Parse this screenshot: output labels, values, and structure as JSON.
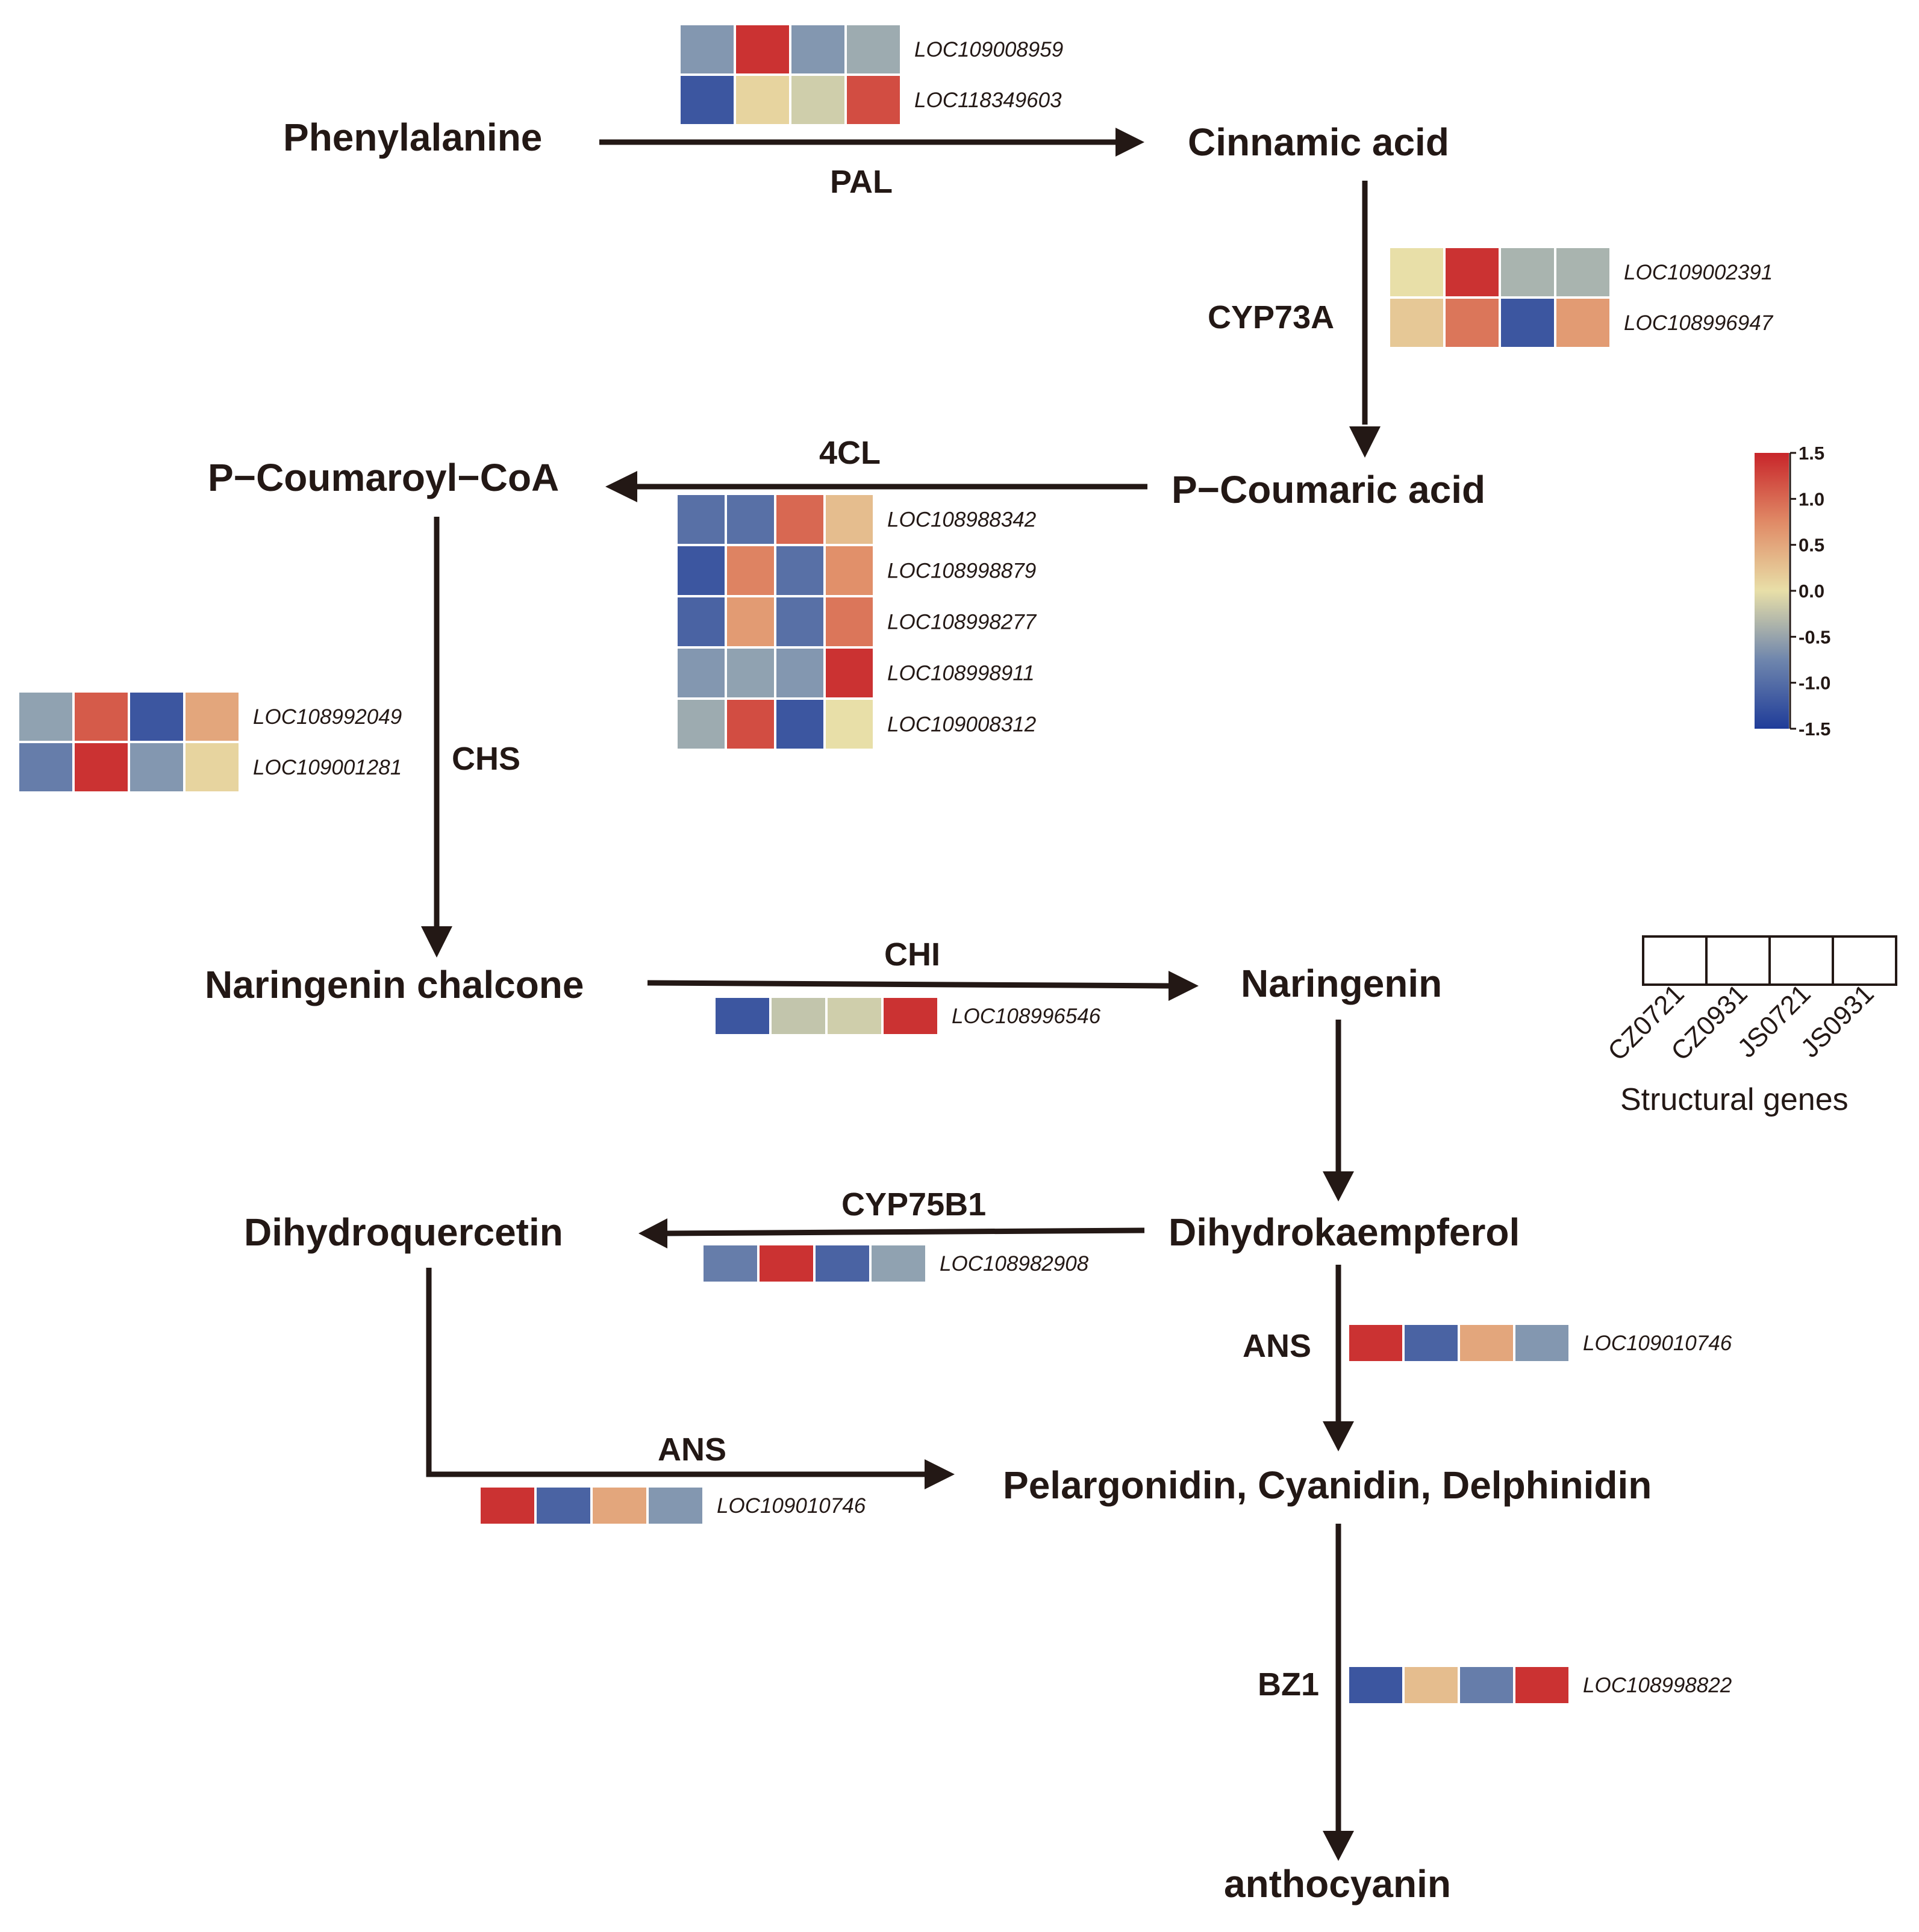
{
  "compounds": {
    "phenylalanine": "Phenylalanine",
    "cinnamic_acid": "Cinnamic acid",
    "p_coumaric_acid": "P−Coumaric acid",
    "p_coumaroyl_coa": "P−Coumaroyl−CoA",
    "naringenin_chalcone": "Naringenin chalcone",
    "naringenin": "Naringenin",
    "dihydrokaempferol": "Dihydrokaempferol",
    "dihydroquercetin": "Dihydroquercetin",
    "anthocyanidins": "Pelargonidin, Cyanidin, Delphinidin",
    "anthocyanin": "anthocyanin"
  },
  "enzymes": {
    "pal": {
      "label": "PAL",
      "genes": [
        {
          "id": "LOC109008959",
          "values": [
            -0.8,
            1.4,
            -0.8,
            -0.6
          ]
        },
        {
          "id": "LOC118349603",
          "values": [
            -1.3,
            0.1,
            -0.2,
            1.2
          ]
        }
      ]
    },
    "cyp73a": {
      "label": "CYP73A",
      "genes": [
        {
          "id": "LOC109002391",
          "values": [
            0.0,
            1.4,
            -0.5,
            -0.5
          ]
        },
        {
          "id": "LOC108996947",
          "values": [
            0.2,
            0.9,
            -1.3,
            0.6
          ]
        }
      ]
    },
    "4cl": {
      "label": "4CL",
      "genes": [
        {
          "id": "LOC108988342",
          "values": [
            -1.1,
            -1.1,
            1.0,
            0.3
          ]
        },
        {
          "id": "LOC108998879",
          "values": [
            -1.3,
            0.8,
            -1.1,
            0.7
          ]
        },
        {
          "id": "LOC108998277",
          "values": [
            -1.2,
            0.6,
            -1.1,
            0.9
          ]
        },
        {
          "id": "LOC108998911",
          "values": [
            -0.8,
            -0.7,
            -0.8,
            1.4
          ]
        },
        {
          "id": "LOC109008312",
          "values": [
            -0.6,
            1.2,
            -1.3,
            0.0
          ]
        }
      ]
    },
    "chs": {
      "label": "CHS",
      "genes": [
        {
          "id": "LOC108992049",
          "values": [
            -0.7,
            1.1,
            -1.3,
            0.5
          ]
        },
        {
          "id": "LOC109001281",
          "values": [
            -1.0,
            1.4,
            -0.8,
            0.1
          ]
        }
      ]
    },
    "chi": {
      "label": "CHI",
      "genes": [
        {
          "id": "LOC108996546",
          "values": [
            -1.3,
            -0.3,
            -0.2,
            1.4
          ]
        }
      ]
    },
    "cyp75b1": {
      "label": "CYP75B1",
      "genes": [
        {
          "id": "LOC108982908",
          "values": [
            -1.0,
            1.4,
            -1.2,
            -0.7
          ]
        }
      ]
    },
    "ans_right": {
      "label": "ANS",
      "genes": [
        {
          "id": "LOC109010746",
          "values": [
            1.4,
            -1.2,
            0.5,
            -0.8
          ]
        }
      ]
    },
    "ans_left": {
      "label": "ANS",
      "genes": [
        {
          "id": "LOC109010746",
          "values": [
            1.4,
            -1.2,
            0.5,
            -0.8
          ]
        }
      ]
    },
    "bz1": {
      "label": "BZ1",
      "genes": [
        {
          "id": "LOC108998822",
          "values": [
            -1.3,
            0.3,
            -1.0,
            1.4
          ]
        }
      ]
    }
  },
  "color_scale": {
    "ticks": [
      "1.5",
      "1.0",
      "0.5",
      "0.0",
      "-0.5",
      "-1.0",
      "-1.5"
    ],
    "colors": {
      "high": "#c8252a",
      "mid": "#e8dfa8",
      "low": "#1f3c99"
    }
  },
  "sample_legend": {
    "samples": [
      "CZ0721",
      "CZ0931",
      "JS0721",
      "JS0931"
    ],
    "title": "Structural  genes"
  }
}
